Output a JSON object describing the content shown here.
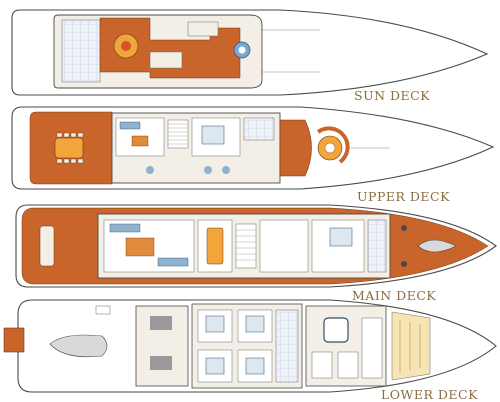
{
  "decks": [
    {
      "id": "sun",
      "label": "SUN DECK"
    },
    {
      "id": "upper",
      "label": "UPPER DECK"
    },
    {
      "id": "main",
      "label": "MAIN DECK"
    },
    {
      "id": "lower",
      "label": "LOWER DECK"
    }
  ],
  "colors": {
    "teak": "#c9642b",
    "outline": "#4a4a4a",
    "interior": "#f3efe6",
    "label": "#8a6d42",
    "pool": "#7aa7cf",
    "bed": "#dde7f0",
    "sofa": "#8fb3cf"
  }
}
